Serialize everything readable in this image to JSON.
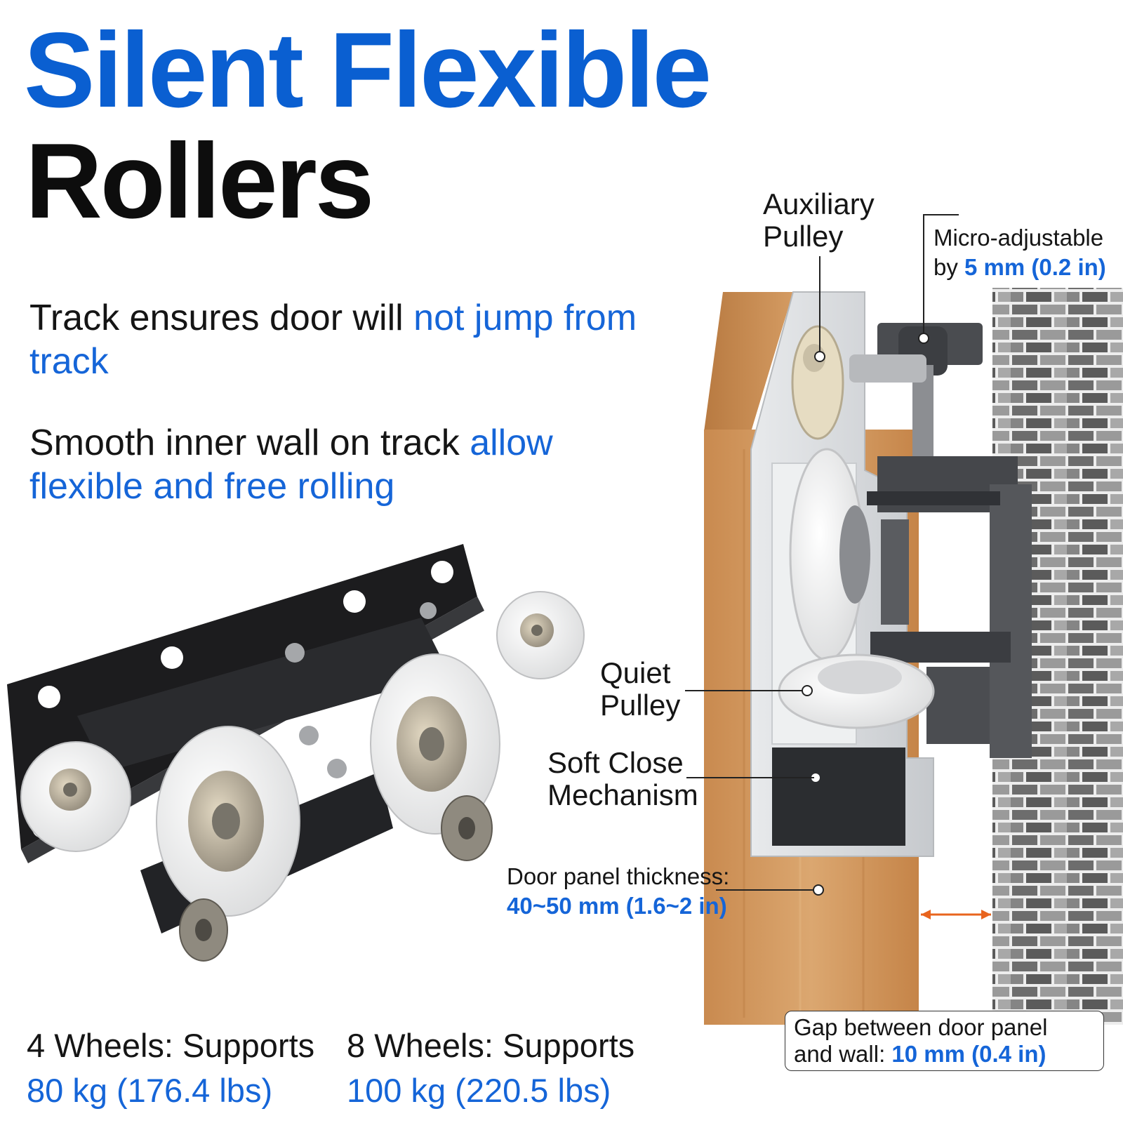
{
  "headline": {
    "line1": "Silent Flexible",
    "line2": "Rollers"
  },
  "features": [
    {
      "text": "Track ensures door will ",
      "highlight": "not jump from track"
    },
    {
      "text": "Smooth inner wall on track ",
      "highlight": "allow flexible and free rolling"
    }
  ],
  "specs": [
    {
      "label": "4 Wheels: Supports",
      "value": "80 kg (176.4 lbs)"
    },
    {
      "label": "8 Wheels: Supports",
      "value": "100 kg (220.5 lbs)"
    }
  ],
  "callouts": {
    "auxiliary": {
      "line1": "Auxiliary",
      "line2": "Pulley"
    },
    "micro": {
      "line1": "Micro-adjustable",
      "prefix": "by ",
      "value": "5 mm (0.2 in)"
    },
    "quiet": {
      "line1": "Quiet",
      "line2": "Pulley"
    },
    "soft": {
      "line1": "Soft Close",
      "line2": "Mechanism"
    },
    "thickness": {
      "line1": "Door panel thickness:",
      "value": "40~50 mm (1.6~2 in)"
    },
    "gap": {
      "line1": "Gap between door panel",
      "prefix": "and wall: ",
      "value": "10 mm (0.4 in)"
    }
  },
  "colors": {
    "accent_blue": "#1565d8",
    "title_blue": "#0a5fd1",
    "arrow_orange": "#e8641e"
  }
}
